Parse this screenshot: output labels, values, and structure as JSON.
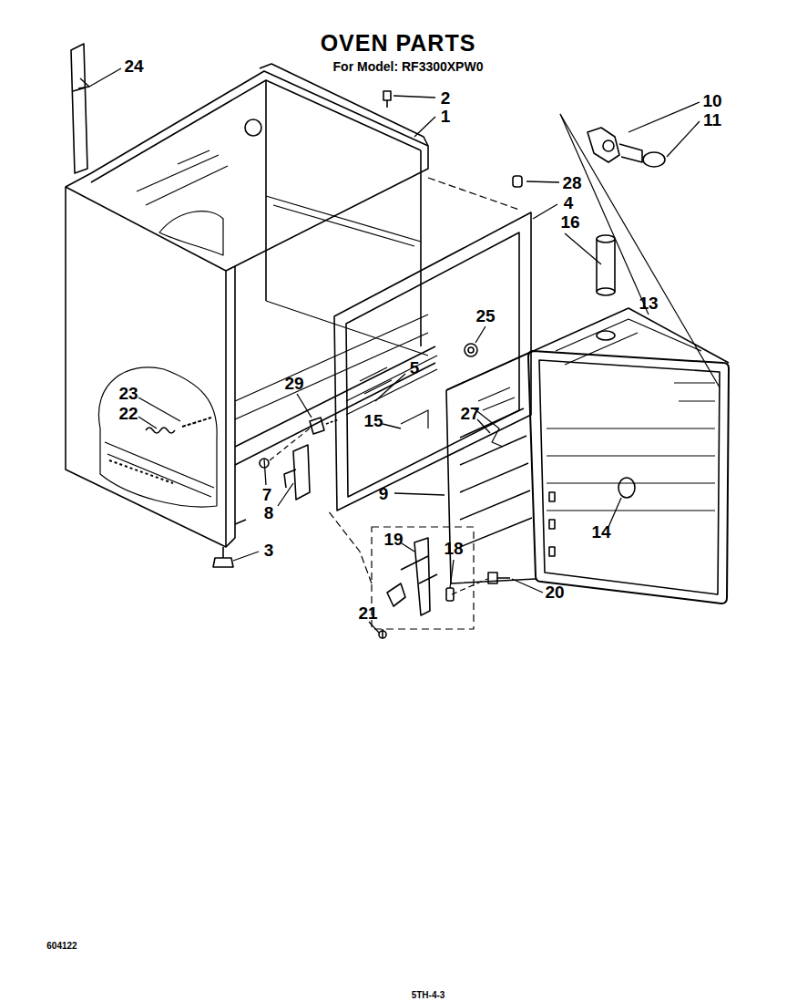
{
  "diagram": {
    "title": "OVEN PARTS",
    "labels": [
      "For Model: RF3300XPW0",
      "24",
      "2",
      "1",
      "10",
      "11",
      "28",
      "4",
      "16",
      "13",
      "25",
      "5",
      "29",
      "23",
      "22",
      "15",
      "27",
      "9",
      "7",
      "8",
      "19",
      "18",
      "3",
      "14",
      "20",
      "21",
      "604122",
      "5TH-4-3"
    ]
  }
}
